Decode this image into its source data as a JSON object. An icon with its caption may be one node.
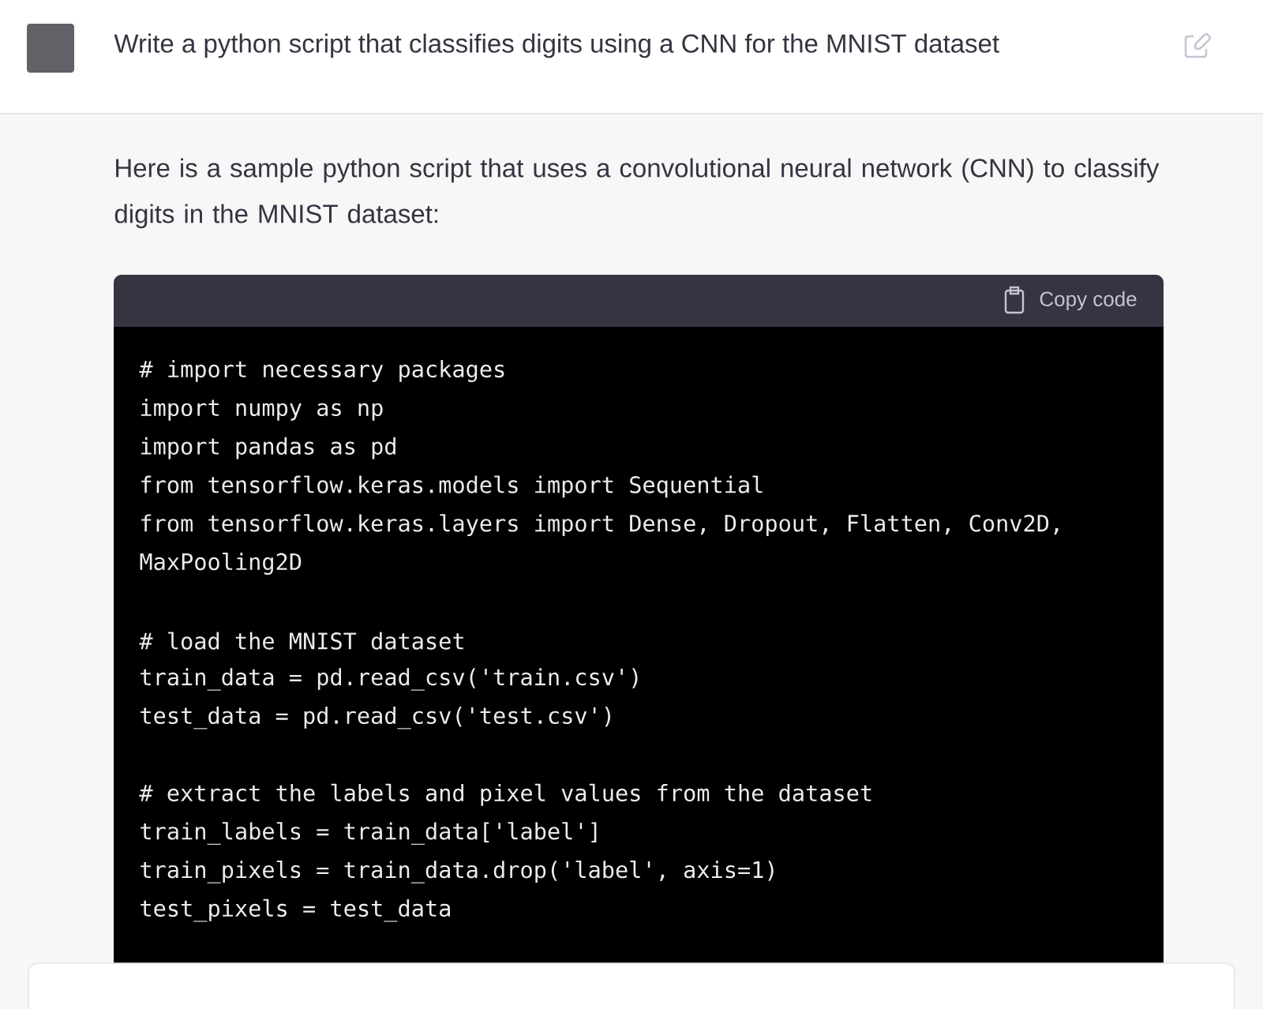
{
  "diagram": {
    "labels": [
      "Write a python script that classifies digits using a CNN for the MNIST dataset",
      "Here is a sample python script that uses a convolutional neural network (CNN) to classify digits in the MNIST dataset:",
      "Copy code",
      "# import necessary packages",
      "import numpy as np",
      "import pandas as pd",
      "from tensorflow.keras.models import Sequential",
      "from tensorflow.keras.layers import Dense, Dropout, Flatten, Conv2D,",
      "MaxPooling2D",
      "# load the MNIST dataset",
      "train_data = pd.read_csv('train.csv')",
      "test_data = pd.read_csv('test.csv')",
      "# extract the labels and pixel values from the dataset",
      "train_labels = train_data['label']",
      "train_pixels = train_data.drop('label', axis=1)",
      "test_pixels = test_data"
    ]
  }
}
